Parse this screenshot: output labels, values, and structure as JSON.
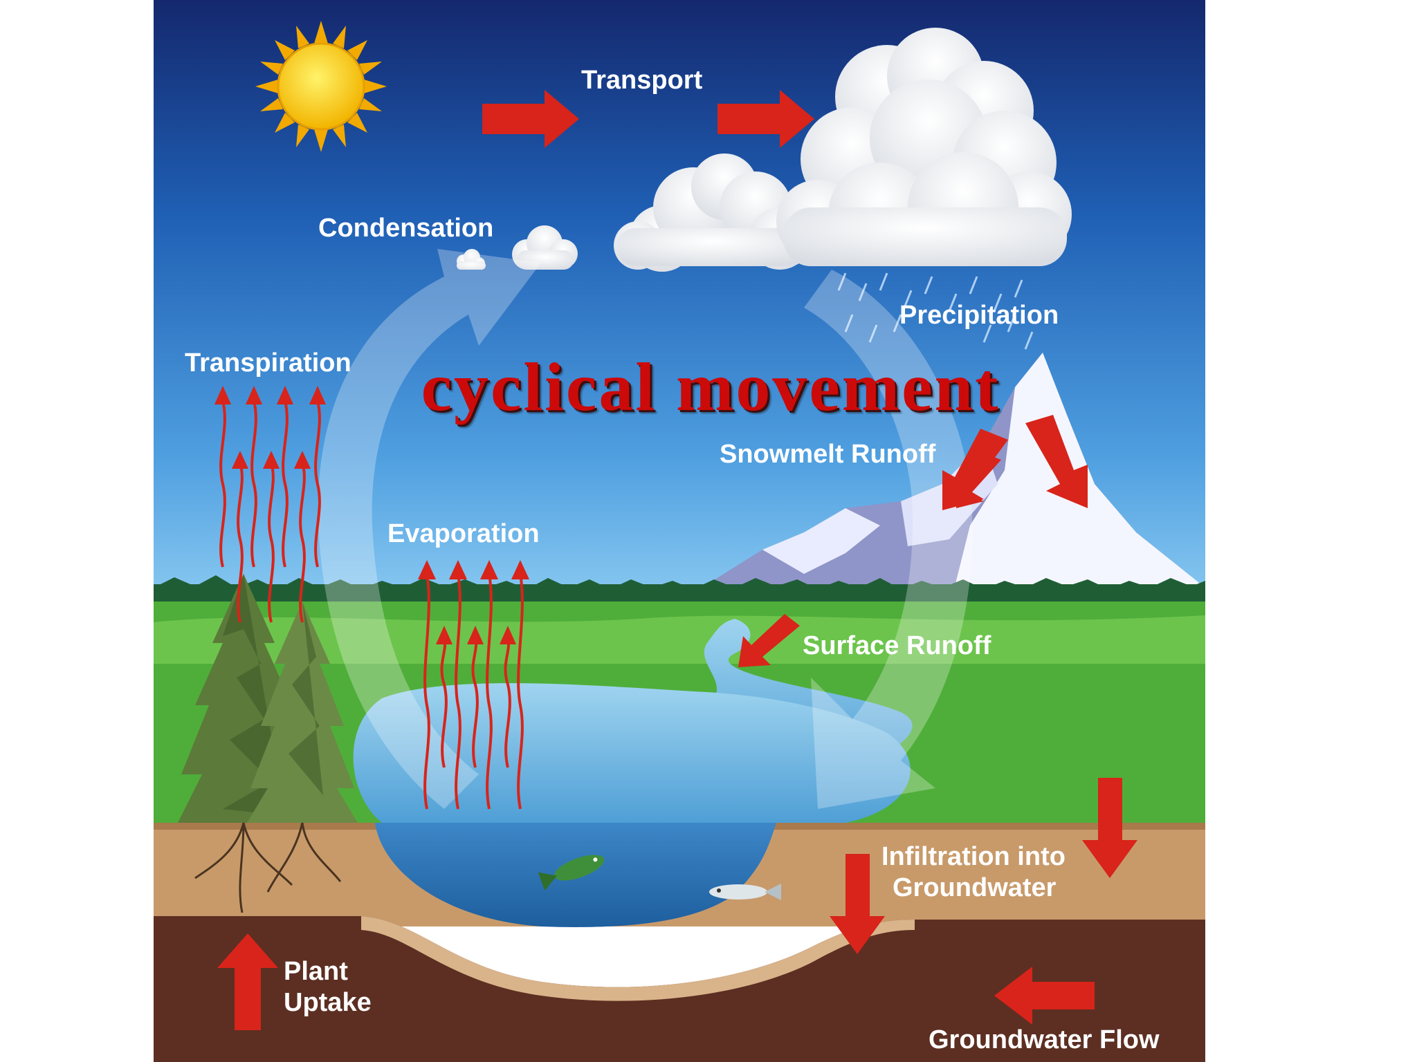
{
  "diagram": {
    "headline": "cyclical movement",
    "labels": {
      "transport": "Transport",
      "condensation": "Condensation",
      "precipitation": "Precipitation",
      "transpiration": "Transpiration",
      "snowmelt_runoff": "Snowmelt Runoff",
      "evaporation": "Evaporation",
      "surface_runoff": "Surface Runoff",
      "infiltration_line1": "Infiltration into",
      "infiltration_line2": "Groundwater",
      "plant_uptake_line1": "Plant",
      "plant_uptake_line2": "Uptake",
      "groundwater_flow": "Groundwater Flow"
    },
    "colors": {
      "sky_top": "#14286e",
      "sky_bottom": "#5fb0ea",
      "arrow_red": "#d8241a",
      "grass": "#4fae3a",
      "water": "#7fc2e6",
      "soil": "#c89a6a",
      "bedrock": "#5c2f22",
      "headline_red": "#cc0a0a"
    },
    "icons": [
      "sun-icon",
      "cloud-icon",
      "mountain-icon",
      "tree-icon",
      "fish-icon"
    ]
  }
}
